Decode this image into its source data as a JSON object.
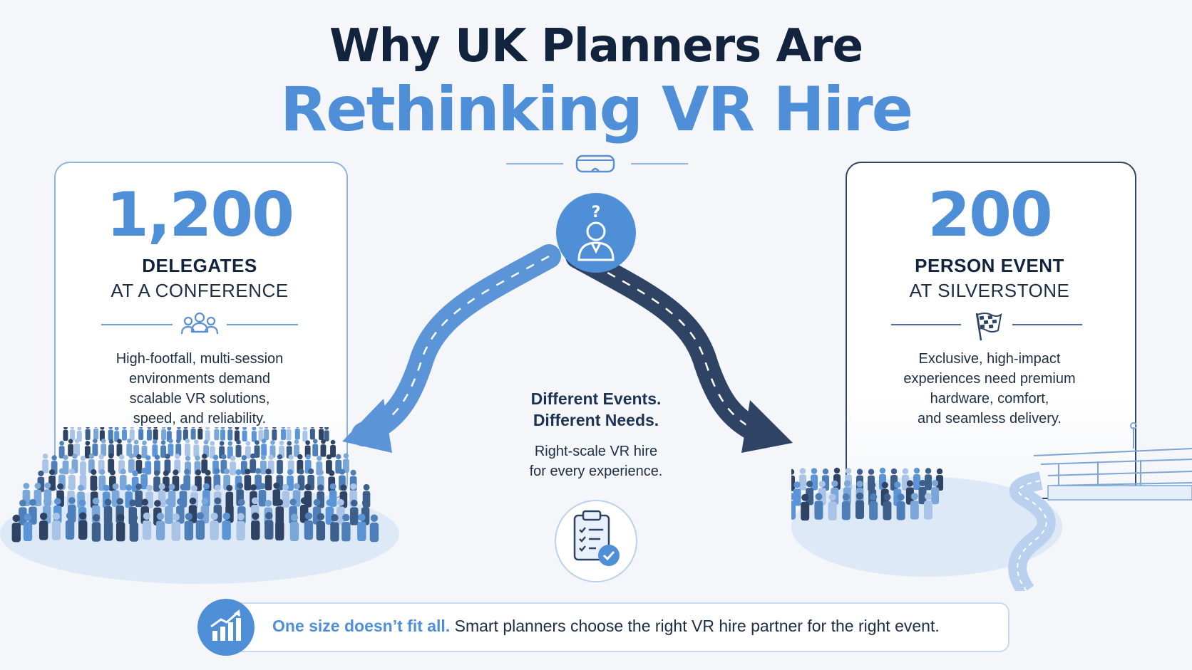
{
  "header": {
    "title_line1": "Why UK Planners Are",
    "title_line2": "Rethinking VR Hire"
  },
  "left_card": {
    "number": "1,200",
    "label_bold": "DELEGATES",
    "label_sub": "AT A CONFERENCE",
    "icon": "group-icon",
    "description": [
      "High-footfall, multi-session",
      "environments demand",
      "scalable VR solutions,",
      "speed, and reliability."
    ]
  },
  "right_card": {
    "number": "200",
    "label_bold": "PERSON EVENT",
    "label_sub": "AT SILVERSTONE",
    "icon": "checkered-flag-icon",
    "description": [
      "Exclusive, high-impact",
      "experiences need premium",
      "hardware, comfort,",
      "and seamless delivery."
    ]
  },
  "center": {
    "top_icon": "vr-headset-icon",
    "person_icon": "person-question-icon",
    "heading": [
      "Different Events.",
      "Different Needs."
    ],
    "text": [
      "Right-scale VR hire",
      "for every experience."
    ],
    "clipboard_icon": "checklist-icon"
  },
  "banner": {
    "icon": "growth-chart-icon",
    "highlight": "One size doesn’t fit all.",
    "text": " Smart planners choose the right VR hire partner for the right event."
  },
  "colors": {
    "accent": "#4f8fd8",
    "navy": "#12233d",
    "road_light": "#5b95d8",
    "road_dark": "#2f4464"
  }
}
